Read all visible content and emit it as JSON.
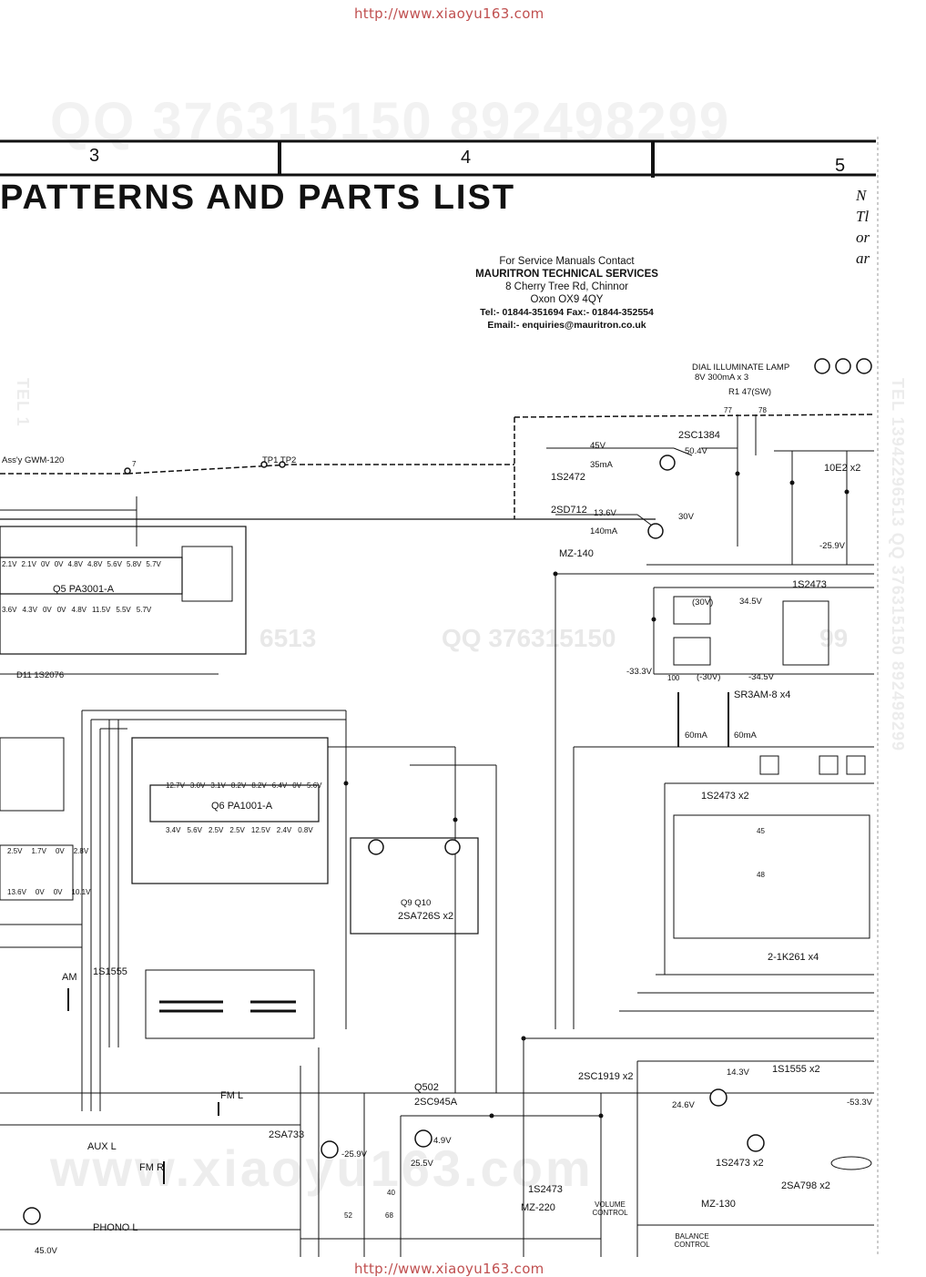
{
  "watermarks": {
    "url_top": "http://www.xiaoyu163.com",
    "url_bottom": "http://www.xiaoyu163.com",
    "qq_banner": "QQ 376315150   892498299",
    "qq_mid_left": "6513",
    "qq_mid_right": "QQ 376315150",
    "qq_mid_far": "99",
    "side_right": "TEL 13942296513  QQ 376315150  892498299",
    "side_left": "TEL 1",
    "big_bottom": "www.xiaoyu163.com"
  },
  "header": {
    "col3": "3",
    "col4": "4",
    "col5": "5",
    "title": "PATTERNS AND PARTS LIST"
  },
  "side_note": [
    "N",
    "Tl",
    "or",
    "ar"
  ],
  "contact": {
    "line1": "For Service Manuals Contact",
    "line2": "MAURITRON TECHNICAL SERVICES",
    "line3": "8 Cherry Tree Rd, Chinnor",
    "line4": "Oxon OX9 4QY",
    "line5": "Tel:- 01844-351694 Fax:- 01844-352554",
    "line6": "Email:- enquiries@mauritron.co.uk"
  },
  "labels": {
    "dial_lamp": "DIAL ILLUMINATE LAMP",
    "dial_lamp_spec": "8V  300mA x 3",
    "assy": "Ass'y  GWM-120",
    "tp": "TP1 TP2",
    "r1": "R1 47(SW)",
    "q402": "2SC1384",
    "v45": "45V",
    "ma35": "35mA",
    "d403": "1S2472",
    "q401": "2SD712",
    "v136": "13.6V",
    "ma140": "140mA",
    "mz140": "MZ-140",
    "ie2": "10E2 x2",
    "v30": "30V",
    "v504": "50.4V",
    "is2473a": "1S2473",
    "v30b": "(30V)",
    "v345": "34.5V",
    "v333": "-33.3V",
    "v30c": "(-30V)",
    "v345b": "-34.5V",
    "sr3am": "SR3AM-8 x4",
    "ma60a": "60mA",
    "ma60b": "60mA",
    "q5": "Q5 PA3001-A",
    "d11": "D11 1S2076",
    "q6": "Q6 PA1001-A",
    "sa726": "2SA726S x2",
    "q9": "Q9 Q10",
    "is1555": "1S1555",
    "am": "AM",
    "is2473x2": "1S2473 x2",
    "k261": "2-1K261 x4",
    "sc1919": "2SC1919 x2",
    "is1555x2": "1S1555 x2",
    "q502": "Q502",
    "sc945": "2SC945A",
    "fm_l": "FM L",
    "sa733": "2SA733",
    "aux_l": "AUX L",
    "fm_r": "FM R",
    "phono_l": "PHONO L",
    "is2473b": "1S2473",
    "mz220": "MZ-220",
    "vol": "VOLUME CONTROL",
    "bal": "BALANCE CONTROL",
    "is2473c": "1S2473 x2",
    "sa798": "2SA798 x2",
    "mz130": "MZ-130",
    "v259": "-25.9V",
    "v255": "25.5V",
    "v49": "4.9V",
    "v143": "14.3V",
    "v246": "24.6V",
    "v533": "-53.3V",
    "v259b": "-25.9V",
    "v450": "45.0V",
    "r_100": "100",
    "n7": "7",
    "n77": "77",
    "n78": "78",
    "n40": "40",
    "n52": "52",
    "n68": "68",
    "n45": "45",
    "n48": "48",
    "q5_pins_top": [
      "2.1V",
      "2.1V",
      "0V",
      "0V",
      "4.8V",
      "4.8V",
      "5.6V",
      "5.8V",
      "5.7V"
    ],
    "q5_pins_bot": [
      "3.6V",
      "4.3V",
      "0V",
      "0V",
      "4.8V",
      "11.5V",
      "5.5V",
      "5.7V"
    ],
    "q6_pins_top": [
      "12.7V",
      "3.0V",
      "3.1V",
      "8.2V",
      "8.2V",
      "6.4V",
      "0V",
      "5.6V"
    ],
    "q6_pins_bot": [
      "3.4V",
      "5.6V",
      "2.5V",
      "2.5V",
      "12.5V",
      "2.4V",
      "0.8V"
    ],
    "left_pins_a": [
      "2.5V",
      "1.7V",
      "0V",
      "2.8V"
    ],
    "left_pins_b": [
      "13.6V",
      "0V",
      "0V",
      "10.1V"
    ]
  }
}
